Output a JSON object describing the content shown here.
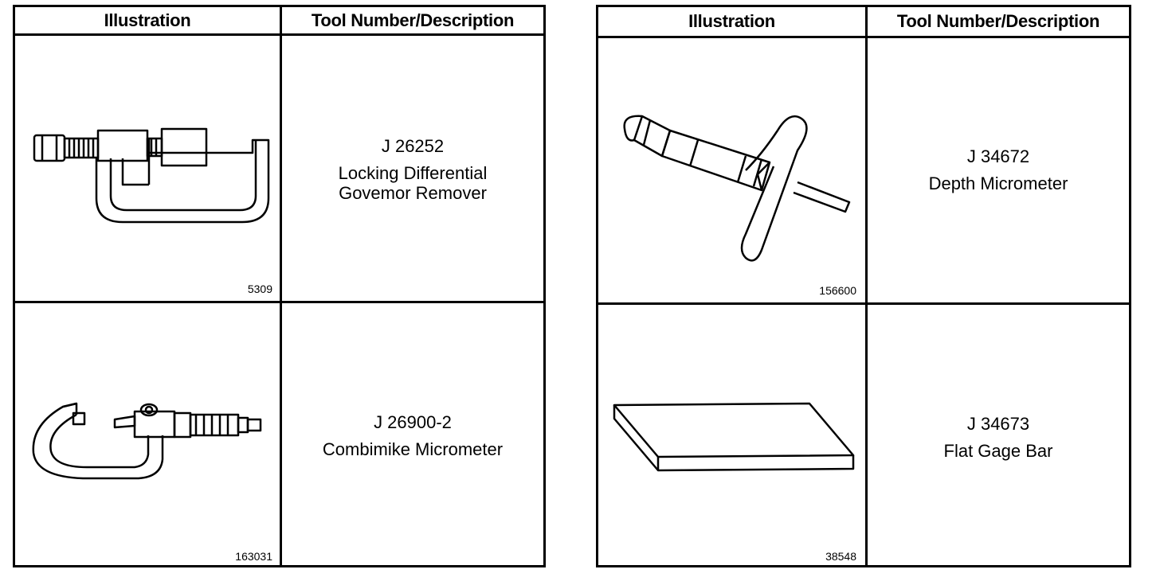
{
  "tables": [
    {
      "headers": {
        "illustration": "Illustration",
        "tool": "Tool Number/Description"
      },
      "rows": [
        {
          "tool_number": "J 26252",
          "description_lines": [
            "Locking Differential",
            "Govemor Remover"
          ],
          "figure_number": "5309",
          "icon": "c-clamp-remover-icon"
        },
        {
          "tool_number": "J 26900-2",
          "description_lines": [
            "Combimike Micrometer"
          ],
          "figure_number": "163031",
          "icon": "micrometer-icon"
        }
      ]
    },
    {
      "headers": {
        "illustration": "Illustration",
        "tool": "Tool Number/Description"
      },
      "rows": [
        {
          "tool_number": "J 34672",
          "description_lines": [
            "Depth Micrometer"
          ],
          "figure_number": "156600",
          "icon": "depth-micrometer-icon"
        },
        {
          "tool_number": "J 34673",
          "description_lines": [
            "Flat Gage Bar"
          ],
          "figure_number": "38548",
          "icon": "flat-gage-bar-icon"
        }
      ]
    }
  ]
}
